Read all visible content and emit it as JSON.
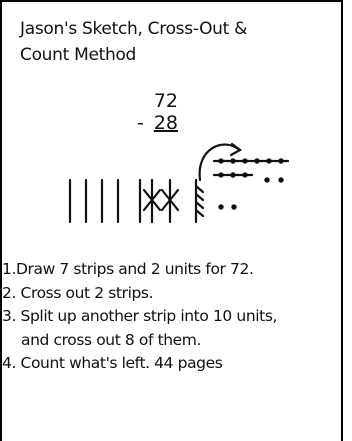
{
  "title": {
    "line1": "Jason's Sketch, Cross-Out &",
    "line2": "Count Method"
  },
  "problem": {
    "minuend": "72",
    "operator": "-",
    "subtrahend": "28"
  },
  "steps": [
    {
      "number": "1.",
      "text": "Draw 7 strips and 2 units for 72."
    },
    {
      "number": "2.",
      "text": "Cross out 2 strips."
    },
    {
      "number": "3.",
      "text": "Split up another strip into 10 units,",
      "continuation": "and cross out 8 of them."
    },
    {
      "number": "4.",
      "text": "Count what's left. 44 pages"
    }
  ]
}
